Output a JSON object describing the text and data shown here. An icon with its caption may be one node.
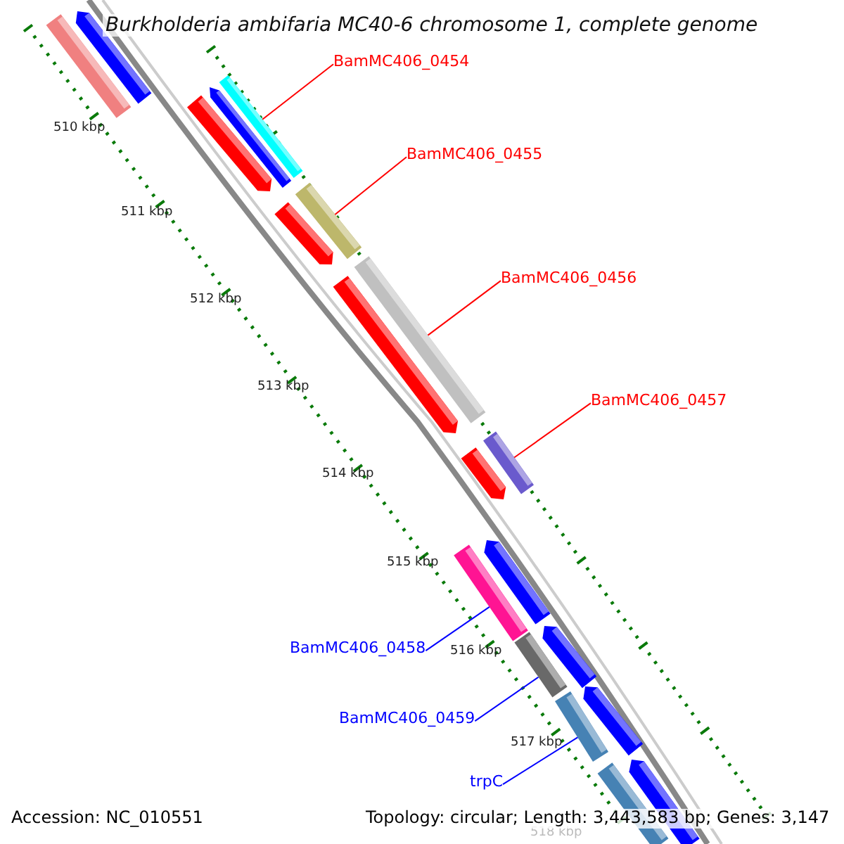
{
  "diagram": {
    "title": "Burkholderia ambifaria MC40-6 chromosome 1, complete genome",
    "nodes": [
      {
        "text": [
          "BamMC406_0454"
        ]
      },
      {
        "text": [
          "BamMC406_0455"
        ]
      },
      {
        "text": [
          "BamMC406_0456"
        ]
      },
      {
        "text": [
          "BamMC406_0457"
        ]
      },
      {
        "text": [
          "BamMC406_0458"
        ]
      },
      {
        "text": [
          "BamMC406_0459"
        ]
      },
      {
        "text": [
          "trpC"
        ]
      },
      {
        "text": [],
        "shape": "bar"
      },
      {
        "text": [],
        "shape": "bar"
      },
      {
        "text": [],
        "shape": "bar"
      },
      {
        "text": [],
        "shape": "bar"
      },
      {
        "text": [],
        "shape": "bar"
      },
      {
        "text": [],
        "shape": "bar"
      },
      {
        "text": [],
        "shape": "bar"
      }
    ],
    "edges": [
      {
        "from": 0,
        "to": 7,
        "arrow": "none"
      },
      {
        "from": 1,
        "to": 8,
        "arrow": "none"
      },
      {
        "from": 2,
        "to": 9,
        "arrow": "none"
      },
      {
        "from": 3,
        "to": 10,
        "arrow": "none"
      },
      {
        "from": 4,
        "to": 11,
        "arrow": "none",
        "color": "#0000ff"
      },
      {
        "from": 5,
        "to": 12,
        "arrow": "none",
        "color": "#0000ff"
      },
      {
        "from": 6,
        "to": 13,
        "arrow": "none",
        "color": "#0000ff"
      }
    ],
    "labels": [
      "510 kbp",
      "511 kbp",
      "512 kbp",
      "513 kbp",
      "514 kbp",
      "515 kbp",
      "516 kbp",
      "517 kbp",
      "518 kbp",
      "Accession: NC_010551",
      "Topology: circular; Length: 3,443,583 bp; Genes: 3,147"
    ]
  }
}
